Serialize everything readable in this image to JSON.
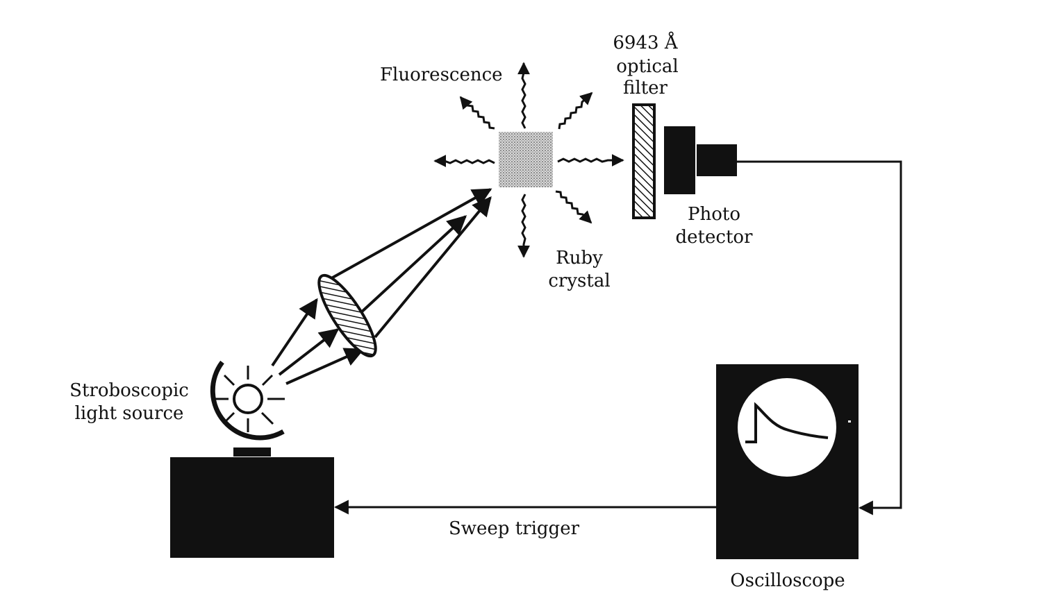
{
  "labels": {
    "fluorescence": "Fluorescence",
    "filter_line1": "6943 Å",
    "filter_line2": "optical",
    "filter_line3": "filter",
    "detector_line1": "Photo",
    "detector_line2": "detector",
    "crystal_line1": "Ruby",
    "crystal_line2": "crystal",
    "source_line1": "Stroboscopic",
    "source_line2": "light source",
    "sweep": "Sweep trigger",
    "oscilloscope": "Oscilloscope"
  },
  "colors": {
    "ink": "#111111",
    "paper": "#ffffff",
    "crystal": "#c8c8c8"
  }
}
